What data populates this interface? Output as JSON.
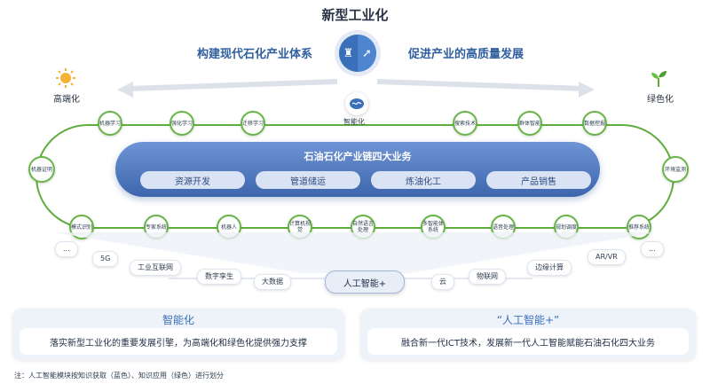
{
  "title": "新型工业化",
  "subtitle_left": "构建现代石化产业体系",
  "subtitle_right": "促进产业的高质量发展",
  "corners": {
    "left_label": "高端化",
    "right_label": "绿色化",
    "left_icon": "sun-icon",
    "right_icon": "sprout-icon"
  },
  "smart_hub": {
    "label": "智能化",
    "icon": "brain-icon"
  },
  "top_nodes": [
    "机器学习",
    "强化学习",
    "迁移学习",
    "搜索技术",
    "群体智能",
    "数据挖掘"
  ],
  "left_node": "机器证明",
  "right_node": "环境监测",
  "bottom_nodes": [
    "模式识别",
    "专家系统",
    "机器人",
    "计算机视觉",
    "自然语言处理",
    "多智能体系统",
    "语音处理",
    "规划调度",
    "推荐系统"
  ],
  "core": {
    "title": "石油石化产业链四大业务",
    "items": [
      "资源开发",
      "管道储运",
      "炼油化工",
      "产品销售"
    ]
  },
  "tech_tags_left": [
    "...",
    "5G",
    "工业互联网",
    "数字孪生",
    "大数据"
  ],
  "tech_tags_right": [
    "云",
    "物联网",
    "边缘计算",
    "AR/VR",
    "..."
  ],
  "ai_center": "人工智能+",
  "panel_left": {
    "title": "智能化",
    "text": "落实新型工业化的重要发展引擎，为高端化和绿色化提供强力支撑"
  },
  "panel_right": {
    "title": "“人工智能+”",
    "text": "融合新一代ICT技术，发展新一代人工智能赋能石油石化四大业务"
  },
  "note": "注：人工智能模块按知识获取（蓝色）、知识应用（绿色）进行划分",
  "colors": {
    "accent_blue": "#3a6fb9",
    "accent_green": "#5fae3c",
    "core_blue": "#4a72b8"
  }
}
